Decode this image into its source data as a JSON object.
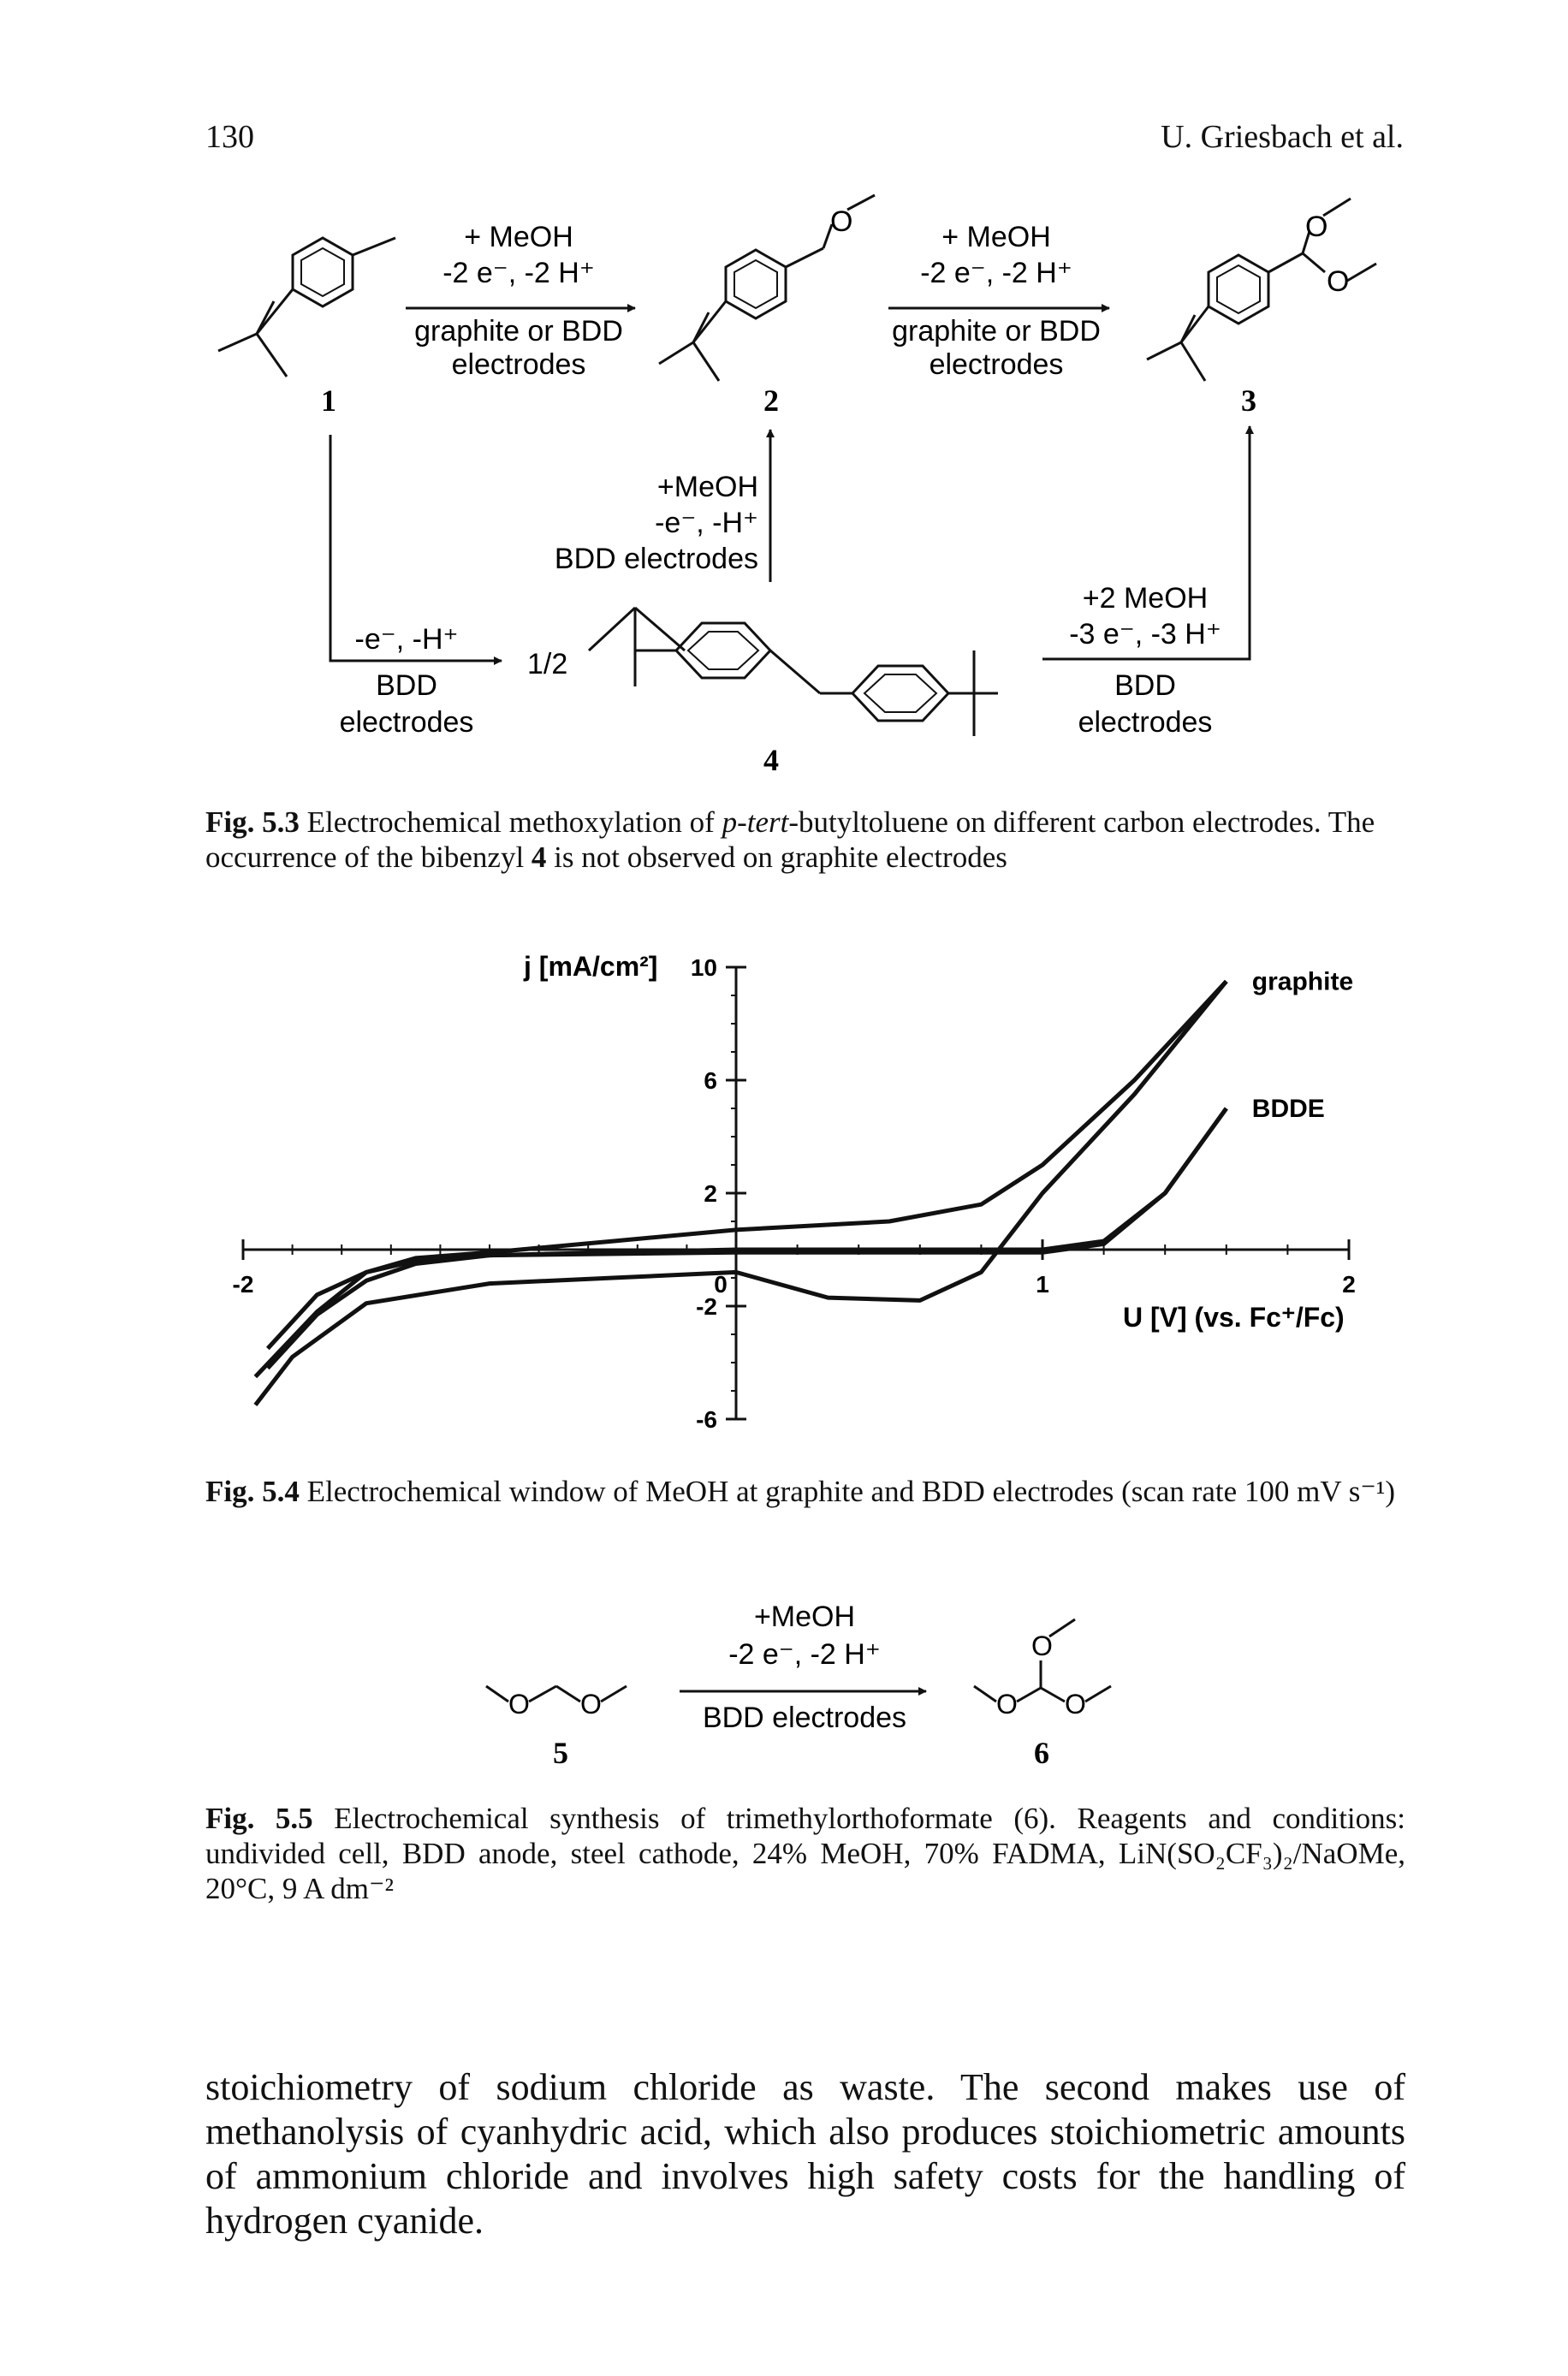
{
  "header": {
    "page_number": "130",
    "authors": "U. Griesbach et al."
  },
  "scheme_53": {
    "step1": {
      "reagent": "+ MeOH",
      "electrons": "-2 e⁻, -2 H⁺",
      "condition_line1": "graphite or BDD",
      "condition_line2": "electrodes"
    },
    "step2": {
      "reagent": "+ MeOH",
      "electrons": "-2 e⁻, -2 H⁺",
      "condition_line1": "graphite or BDD",
      "condition_line2": "electrodes"
    },
    "step_up_mid": {
      "reagent": "+MeOH",
      "electrons": "-e⁻, -H⁺",
      "condition": "BDD electrodes"
    },
    "step_down_left": {
      "electrons": "-e⁻, -H⁺",
      "condition_line1": "BDD",
      "condition_line2": "electrodes"
    },
    "step_up_right": {
      "reagent": "+2 MeOH",
      "electrons": "-3 e⁻, -3 H⁺",
      "condition_line1": "BDD",
      "condition_line2": "electrodes"
    },
    "labels": {
      "c1": "1",
      "c2": "2",
      "c3": "3",
      "c4": "4",
      "half": "1/2"
    },
    "atoms": {
      "o": "O"
    }
  },
  "fig53_caption": {
    "label": "Fig. 5.3",
    "text_a": "Electrochemical methoxylation of",
    "text_italic": "p-tert",
    "text_b": "-butyltoluene on different carbon electrodes. The occurrence of the bibenzyl",
    "compound": "4",
    "text_c": "is not observed on graphite electrodes"
  },
  "fig54": {
    "y_title": "j [mA/cm²]",
    "x_title": "U [V] (vs. Fc⁺/Fc)",
    "chart_data": {
      "type": "line",
      "xlabel": "U [V] (vs. Fc+/Fc)",
      "ylabel": "j [mA/cm2]",
      "xlim": [
        -2,
        2
      ],
      "ylim": [
        -6,
        10
      ],
      "x_ticks": [
        "-2",
        "0",
        "1",
        "2"
      ],
      "y_ticks": [
        "10",
        "6",
        "2",
        "-2",
        "-6"
      ],
      "series": [
        {
          "name": "graphite",
          "forward": {
            "x": [
              -1.95,
              -1.7,
              -1.5,
              -1.3,
              -1.0,
              -0.5,
              0.0,
              0.5,
              0.8,
              1.0,
              1.3,
              1.6
            ],
            "y": [
              -4.5,
              -2.2,
              -0.8,
              -0.3,
              -0.1,
              0.3,
              0.7,
              1.0,
              1.6,
              3.0,
              6.0,
              9.5
            ]
          },
          "reverse": {
            "x": [
              1.6,
              1.3,
              1.0,
              0.8,
              0.6,
              0.3,
              0.0,
              -0.5,
              -1.0,
              -1.5,
              -1.8,
              -1.95
            ],
            "y": [
              9.5,
              5.5,
              2.0,
              -0.8,
              -1.8,
              -1.7,
              -0.8,
              -1.0,
              -1.2,
              -1.9,
              -3.8,
              -5.5
            ]
          }
        },
        {
          "name": "BDDE",
          "forward": {
            "x": [
              -1.9,
              -1.7,
              -1.5,
              -1.3,
              -1.0,
              0.0,
              1.0,
              1.2,
              1.4,
              1.6
            ],
            "y": [
              -3.5,
              -1.6,
              -0.8,
              -0.4,
              -0.2,
              0.0,
              0.0,
              0.3,
              2.0,
              5.0
            ]
          },
          "reverse": {
            "x": [
              1.6,
              1.4,
              1.2,
              1.0,
              0.0,
              -1.0,
              -1.3,
              -1.5,
              -1.7,
              -1.9
            ],
            "y": [
              5.0,
              2.0,
              0.2,
              -0.1,
              -0.1,
              -0.2,
              -0.5,
              -1.1,
              -2.3,
              -4.2
            ]
          }
        }
      ]
    }
  },
  "fig54_caption": {
    "label": "Fig. 5.4",
    "text": "Electrochemical window of MeOH at graphite and BDD electrodes (scan rate 100 mV s⁻¹)"
  },
  "scheme_55": {
    "reagent": "+MeOH",
    "electrons": "-2 e⁻, -2 H⁺",
    "condition": "BDD electrodes",
    "c5": "5",
    "c6": "6"
  },
  "fig55_caption": {
    "label": "Fig. 5.5",
    "text": "Electrochemical synthesis of trimethylorthoformate (6). Reagents and conditions: undivided cell, BDD anode, steel cathode, 24% MeOH, 70% FADMA, LiN(SO₂CF₃)₂/NaOMe, 20°C, 9 A dm⁻²"
  },
  "body_paragraph": "stoichiometry of sodium chloride as waste. The second makes use of methanolysis of cyanhydric acid, which also produces stoichiometric amounts of ammonium chloride and involves high safety costs for the handling of hydrogen cyanide."
}
